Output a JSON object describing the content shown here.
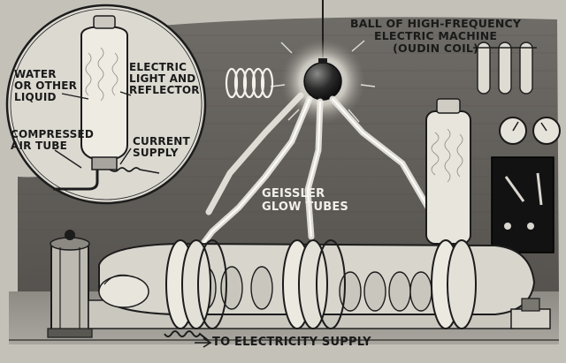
{
  "labels": {
    "ball": "BALL OF HIGH-FREQUENCY\nELECTRIC MACHINE\n(OUDIN COIL)",
    "water": "WATER\nOR OTHER\nLIQUID",
    "electric_light": "ELECTRIC\nLIGHT AND\nREFLECTOR",
    "compressed_air": "COMPRESSED\nAIR TUBE",
    "current_supply": "CURRENT\nSUPPLY",
    "geissler": "GEISSLER\nGLOW TUBES",
    "electricity_supply": "TO ELECTRICITY SUPPLY"
  }
}
